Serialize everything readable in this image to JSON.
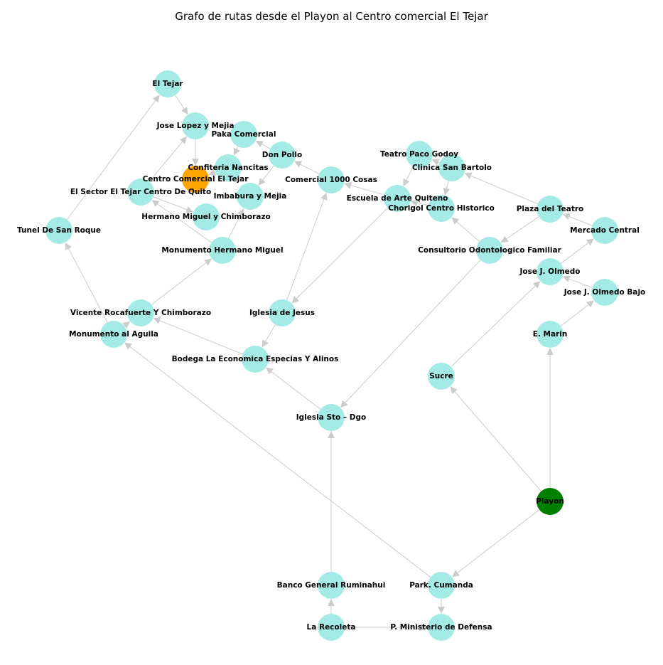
{
  "title": "Grafo de rutas desde el Playon al Centro comercial El Tejar",
  "colors": {
    "node_default": "#a4ebe5",
    "node_start": "#008000",
    "node_target": "#ffa500",
    "edge": "#cccccc"
  },
  "nodes": [
    {
      "id": "el-tejar",
      "label": "El Tejar",
      "role": "default"
    },
    {
      "id": "jose-lopez-y-mejia",
      "label": "Jose Lopez y Mejia",
      "role": "default"
    },
    {
      "id": "paka-comercial",
      "label": "Paka Comercial",
      "role": "default"
    },
    {
      "id": "don-pollo",
      "label": "Don Pollo",
      "role": "default"
    },
    {
      "id": "confiteria-nancitas",
      "label": "Confiteria Nancitas",
      "role": "default"
    },
    {
      "id": "centro-comercial-el-tejar",
      "label": "Centro Comercial El Tejar",
      "role": "target"
    },
    {
      "id": "comercial-1000-cosas",
      "label": "Comercial 1000 Cosas",
      "role": "default"
    },
    {
      "id": "teatro-paco-godoy",
      "label": "Teatro Paco Godoy",
      "role": "default"
    },
    {
      "id": "clinica-san-bartolo",
      "label": "Clinica San Bartolo",
      "role": "default"
    },
    {
      "id": "el-sector-el-tejar",
      "label": "El Sector El Tejar Centro De Quito",
      "role": "default"
    },
    {
      "id": "imbabura-y-mejia",
      "label": "Imbabura y Mejia",
      "role": "default"
    },
    {
      "id": "escuela-de-arte-quiteno",
      "label": "Escuela de Arte Quiteno",
      "role": "default"
    },
    {
      "id": "chorigol-centro-historico",
      "label": "Chorigol Centro Historico",
      "role": "default"
    },
    {
      "id": "plaza-del-teatro",
      "label": "Plaza del Teatro",
      "role": "default"
    },
    {
      "id": "hermano-miguel-y-chimborazo",
      "label": "Hermano Miguel y Chimborazo",
      "role": "default"
    },
    {
      "id": "tunel-de-san-roque",
      "label": "Tunel De San Roque",
      "role": "default"
    },
    {
      "id": "mercado-central",
      "label": "Mercado Central",
      "role": "default"
    },
    {
      "id": "monumento-hermano-miguel",
      "label": "Monumento Hermano Miguel",
      "role": "default"
    },
    {
      "id": "consultorio-odontologico-familiar",
      "label": "Consultorio Odontologico Familiar",
      "role": "default"
    },
    {
      "id": "jose-j-olmedo",
      "label": "Jose J. Olmedo",
      "role": "default"
    },
    {
      "id": "jose-j-olmedo-bajo",
      "label": "Jose J. Olmedo Bajo",
      "role": "default"
    },
    {
      "id": "vicente-rocafuerte-y-chimborazo",
      "label": "Vicente Rocafuerte Y Chimborazo",
      "role": "default"
    },
    {
      "id": "iglesia-de-jesus",
      "label": "Iglesia de Jesus",
      "role": "default"
    },
    {
      "id": "monumento-al-aguila",
      "label": "Monumento al Aguila",
      "role": "default"
    },
    {
      "id": "e-marin",
      "label": "E. Marin",
      "role": "default"
    },
    {
      "id": "bodega-la-economica",
      "label": "Bodega La Economica Especias Y Alinos",
      "role": "default"
    },
    {
      "id": "sucre",
      "label": "Sucre",
      "role": "default"
    },
    {
      "id": "iglesia-sto-dgo",
      "label": "Iglesia Sto – Dgo",
      "role": "default"
    },
    {
      "id": "playon",
      "label": "Playon",
      "role": "start"
    },
    {
      "id": "banco-general-ruminahui",
      "label": "Banco General Ruminahui",
      "role": "default"
    },
    {
      "id": "park-cumanda",
      "label": "Park. Cumanda",
      "role": "default"
    },
    {
      "id": "la-recoleta",
      "label": "La Recoleta",
      "role": "default"
    },
    {
      "id": "p-ministerio-de-defensa",
      "label": "P. Ministerio de Defensa",
      "role": "default"
    }
  ],
  "edges": [
    {
      "from": "playon",
      "to": "e-marin"
    },
    {
      "from": "playon",
      "to": "sucre"
    },
    {
      "from": "playon",
      "to": "park-cumanda"
    },
    {
      "from": "e-marin",
      "to": "jose-j-olmedo-bajo"
    },
    {
      "from": "jose-j-olmedo-bajo",
      "to": "jose-j-olmedo"
    },
    {
      "from": "jose-j-olmedo",
      "to": "mercado-central"
    },
    {
      "from": "sucre",
      "to": "jose-j-olmedo"
    },
    {
      "from": "mercado-central",
      "to": "plaza-del-teatro"
    },
    {
      "from": "plaza-del-teatro",
      "to": "clinica-san-bartolo"
    },
    {
      "from": "plaza-del-teatro",
      "to": "consultorio-odontologico-familiar"
    },
    {
      "from": "consultorio-odontologico-familiar",
      "to": "chorigol-centro-historico"
    },
    {
      "from": "consultorio-odontologico-familiar",
      "to": "iglesia-sto-dgo"
    },
    {
      "from": "clinica-san-bartolo",
      "to": "teatro-paco-godoy"
    },
    {
      "from": "clinica-san-bartolo",
      "to": "chorigol-centro-historico"
    },
    {
      "from": "teatro-paco-godoy",
      "to": "escuela-de-arte-quiteno"
    },
    {
      "from": "escuela-de-arte-quiteno",
      "to": "comercial-1000-cosas"
    },
    {
      "from": "escuela-de-arte-quiteno",
      "to": "iglesia-de-jesus"
    },
    {
      "from": "chorigol-centro-historico",
      "to": "escuela-de-arte-quiteno"
    },
    {
      "from": "comercial-1000-cosas",
      "to": "don-pollo"
    },
    {
      "from": "don-pollo",
      "to": "paka-comercial"
    },
    {
      "from": "don-pollo",
      "to": "imbabura-y-mejia"
    },
    {
      "from": "paka-comercial",
      "to": "confiteria-nancitas"
    },
    {
      "from": "confiteria-nancitas",
      "to": "centro-comercial-el-tejar"
    },
    {
      "from": "jose-lopez-y-mejia",
      "to": "centro-comercial-el-tejar"
    },
    {
      "from": "el-tejar",
      "to": "jose-lopez-y-mejia"
    },
    {
      "from": "el-sector-el-tejar",
      "to": "jose-lopez-y-mejia"
    },
    {
      "from": "el-sector-el-tejar",
      "to": "hermano-miguel-y-chimborazo"
    },
    {
      "from": "monumento-hermano-miguel",
      "to": "el-sector-el-tejar"
    },
    {
      "from": "monumento-hermano-miguel",
      "to": "imbabura-y-mejia"
    },
    {
      "from": "vicente-rocafuerte-y-chimborazo",
      "to": "monumento-hermano-miguel"
    },
    {
      "from": "monumento-al-aguila",
      "to": "tunel-de-san-roque"
    },
    {
      "from": "monumento-al-aguila",
      "to": "vicente-rocafuerte-y-chimborazo"
    },
    {
      "from": "tunel-de-san-roque",
      "to": "el-tejar"
    },
    {
      "from": "bodega-la-economica",
      "to": "vicente-rocafuerte-y-chimborazo"
    },
    {
      "from": "iglesia-de-jesus",
      "to": "comercial-1000-cosas"
    },
    {
      "from": "iglesia-de-jesus",
      "to": "bodega-la-economica"
    },
    {
      "from": "iglesia-sto-dgo",
      "to": "bodega-la-economica"
    },
    {
      "from": "banco-general-ruminahui",
      "to": "iglesia-sto-dgo"
    },
    {
      "from": "la-recoleta",
      "to": "banco-general-ruminahui"
    },
    {
      "from": "la-recoleta",
      "to": "p-ministerio-de-defensa"
    },
    {
      "from": "park-cumanda",
      "to": "p-ministerio-de-defensa"
    },
    {
      "from": "park-cumanda",
      "to": "monumento-al-aguila"
    }
  ]
}
